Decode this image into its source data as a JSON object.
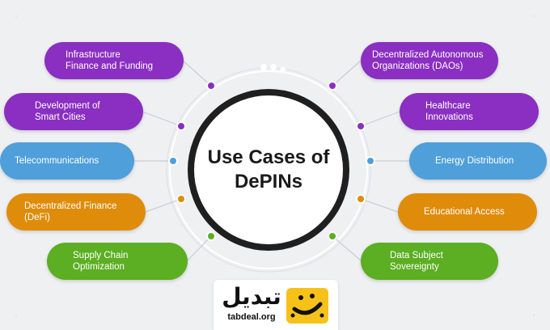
{
  "diagram": {
    "center_title": "Use Cases of\nDePINs",
    "left_items": [
      {
        "label": "Infrastructure\nFinance and Funding",
        "color": "#8a2fc1"
      },
      {
        "label": "Development of\nSmart Cities",
        "color": "#8a2fc1"
      },
      {
        "label": "Telecommunications",
        "color": "#4f9fdb"
      },
      {
        "label": "Decentralized Finance\n(DeFi)",
        "color": "#df8c0a"
      },
      {
        "label": "Supply Chain\nOptimization",
        "color": "#5cae22"
      }
    ],
    "right_items": [
      {
        "label": "Decentralized Autonomous\nOrganizations (DAOs)",
        "color": "#8a2fc1"
      },
      {
        "label": "Healthcare\nInnovations",
        "color": "#8a2fc1"
      },
      {
        "label": "Energy Distribution",
        "color": "#4f9fdb"
      },
      {
        "label": "Educational Access",
        "color": "#df8c0a"
      },
      {
        "label": "Data Subject\nSovereignty",
        "color": "#5cae22"
      }
    ]
  },
  "logo": {
    "arabic_text": "تبدیل",
    "url": "tabdeal.org",
    "mark_icon": "tabdeal-smile-icon",
    "brand_color": "#f6c21a"
  }
}
